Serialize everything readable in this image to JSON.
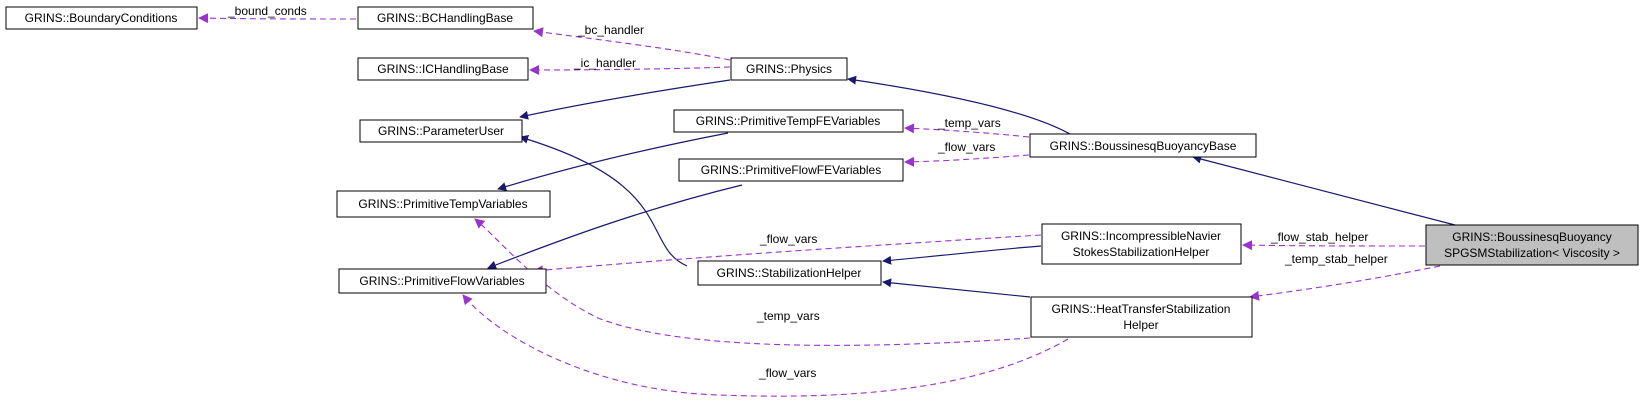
{
  "nodes": {
    "boundary_conditions": {
      "lines": [
        "GRINS::BoundaryConditions"
      ]
    },
    "bc_handling_base": {
      "lines": [
        "GRINS::BCHandlingBase"
      ]
    },
    "ic_handling_base": {
      "lines": [
        "GRINS::ICHandlingBase"
      ]
    },
    "physics": {
      "lines": [
        "GRINS::Physics"
      ]
    },
    "parameter_user": {
      "lines": [
        "GRINS::ParameterUser"
      ]
    },
    "primitive_temp_fe_variables": {
      "lines": [
        "GRINS::PrimitiveTempFEVariables"
      ]
    },
    "primitive_flow_fe_variables": {
      "lines": [
        "GRINS::PrimitiveFlowFEVariables"
      ]
    },
    "boussinesq_buoyancy_base": {
      "lines": [
        "GRINS::BoussinesqBuoyancyBase"
      ]
    },
    "primitive_temp_variables": {
      "lines": [
        "GRINS::PrimitiveTempVariables"
      ]
    },
    "primitive_flow_variables": {
      "lines": [
        "GRINS::PrimitiveFlowVariables"
      ]
    },
    "stabilization_helper": {
      "lines": [
        "GRINS::StabilizationHelper"
      ]
    },
    "incompressible_navier_stokes_stabilization_helper": {
      "lines": [
        "GRINS::IncompressibleNavier",
        "StokesStabilizationHelper"
      ]
    },
    "heat_transfer_stabilization_helper": {
      "lines": [
        "GRINS::HeatTransferStabilization",
        "Helper"
      ]
    },
    "boussinesq_buoyancy_spgsm_stabilization": {
      "lines": [
        "GRINS::BoussinesqBuoyancy",
        "SPGSMStabilization< Viscosity >"
      ]
    }
  },
  "edge_labels": {
    "bound_conds": "_bound_conds",
    "bc_handler": "_bc_handler",
    "ic_handler": "_ic_handler",
    "temp_vars_fe": "_temp_vars",
    "flow_vars_fe": "_flow_vars",
    "flow_stab_helper": "_flow_stab_helper",
    "temp_stab_helper": "_temp_stab_helper",
    "flow_vars_ins": "_flow_vars",
    "temp_vars_ht": "_temp_vars",
    "flow_vars_ht": "_flow_vars"
  },
  "colors": {
    "inheritance_edge": "#191970",
    "usage_edge": "#9a32cd",
    "focus_node_fill": "#bfbfbf"
  }
}
